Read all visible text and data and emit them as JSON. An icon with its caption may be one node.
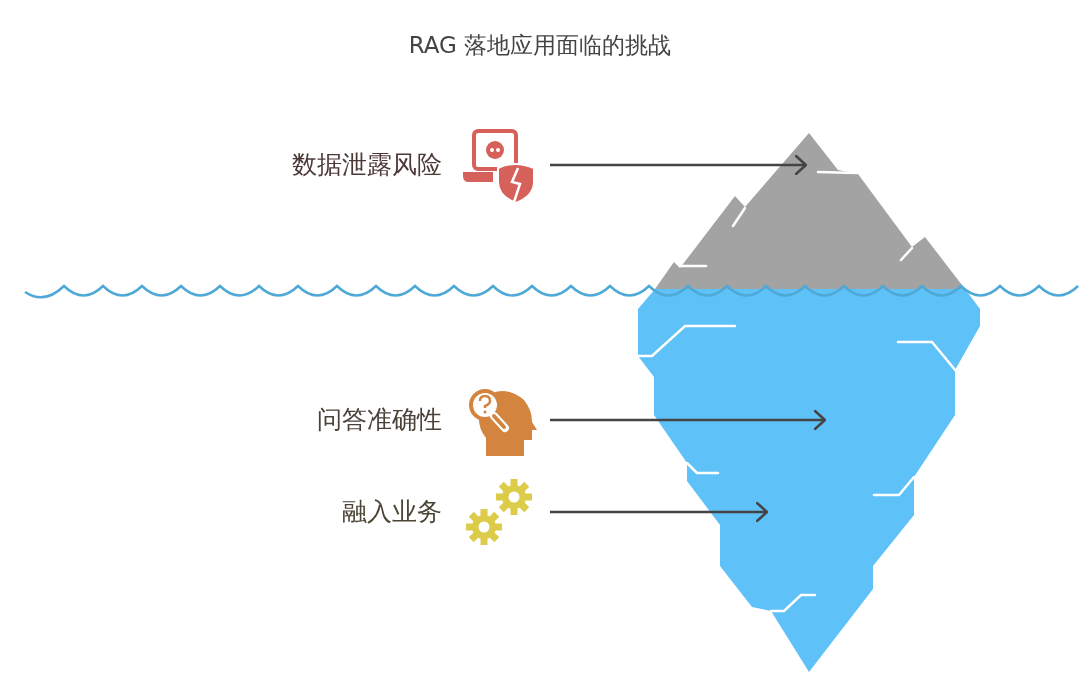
{
  "diagram": {
    "title": "RAG 落地应用面临的挑战",
    "nodes": [
      {
        "text": [
          "数据泄露风险"
        ]
      },
      {
        "text": [
          "问答准确性"
        ]
      },
      {
        "text": [
          "融入业务"
        ]
      }
    ],
    "edges": [
      {
        "from": 0,
        "to": null,
        "arrow": "to"
      },
      {
        "from": 1,
        "to": null,
        "arrow": "to"
      },
      {
        "from": 2,
        "to": null,
        "arrow": "to"
      }
    ]
  }
}
